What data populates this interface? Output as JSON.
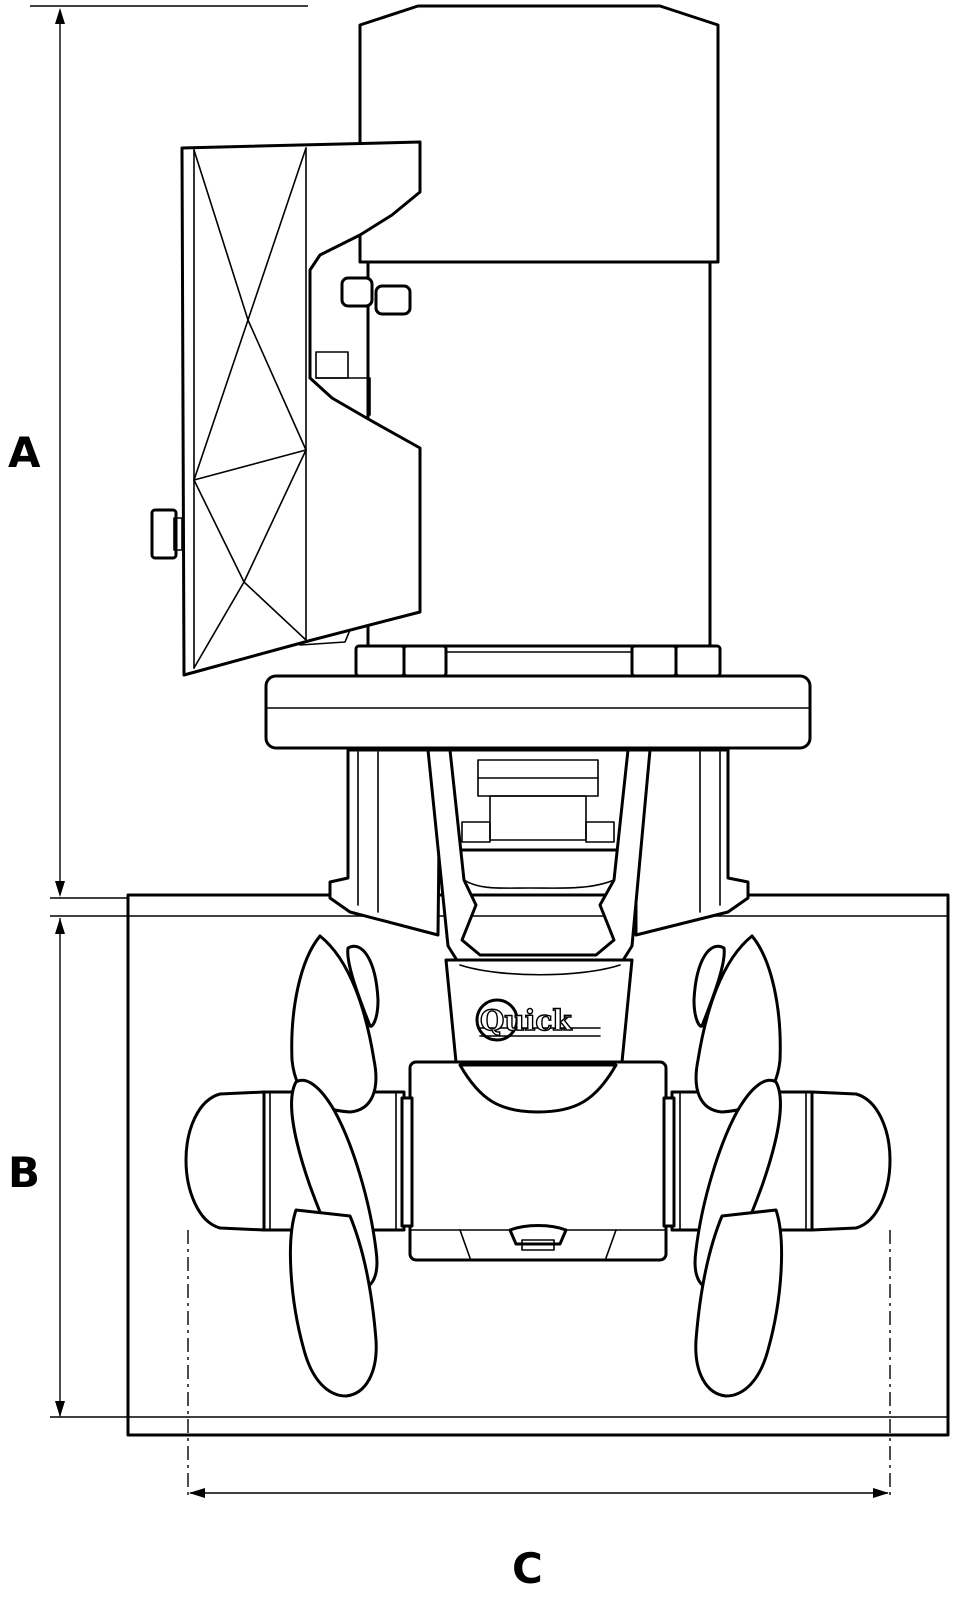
{
  "dimensions": {
    "a": "A",
    "b": "B",
    "c": "C"
  },
  "logo": {
    "text": "Quick"
  }
}
